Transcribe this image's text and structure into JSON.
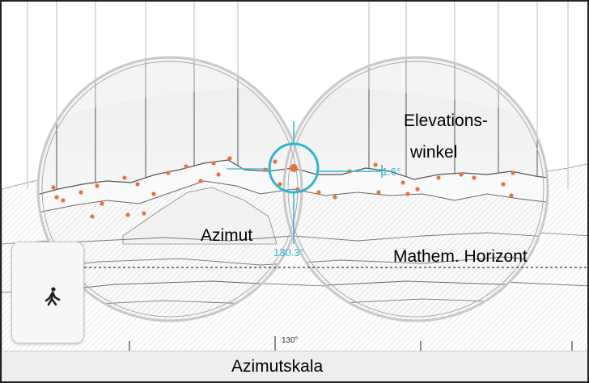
{
  "captions": {
    "elevation_line1": "Elevations-",
    "elevation_line2": "winkel",
    "azimuth": "Azimut",
    "horizon": "Mathem. Horizont",
    "scale": "Azimutskala"
  },
  "readouts": {
    "elevation_angle": "1.6°",
    "azimuth_angle": "130.3°"
  },
  "scale": {
    "tick_label": "130°"
  },
  "icons": {
    "walk": "walking-person-icon"
  },
  "colors": {
    "accent": "#2bb7d2",
    "marker": "#e8733a",
    "lens_rim": "#c9c9c9"
  }
}
